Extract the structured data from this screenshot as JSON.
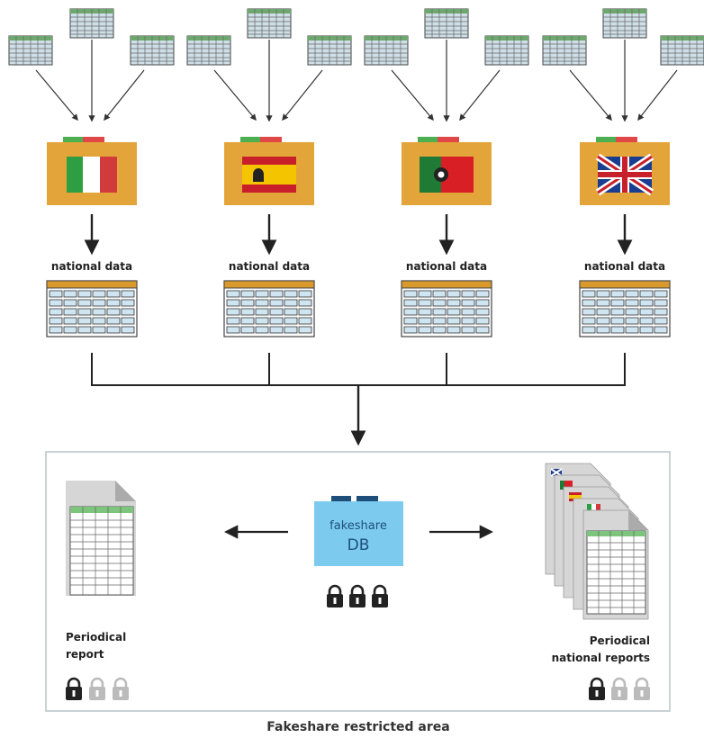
{
  "countries": [
    {
      "id": "italy",
      "flag": "italy-flag",
      "label": "national data"
    },
    {
      "id": "spain",
      "flag": "spain-flag",
      "label": "national data"
    },
    {
      "id": "portugal",
      "flag": "portugal-flag",
      "label": "national data"
    },
    {
      "id": "uk",
      "flag": "uk-flag",
      "label": "national data"
    }
  ],
  "db": {
    "line1": "fakeshare",
    "line2": "DB"
  },
  "left_report": {
    "line1": "Periodical",
    "line2": "report"
  },
  "right_report": {
    "line1": "Periodical",
    "line2": "national reports"
  },
  "area_caption": "Fakeshare restricted area",
  "colors": {
    "folder": "#e3a43a",
    "folder_tab_green": "#4caf50",
    "folder_tab_red": "#e04848",
    "db_folder": "#7ccbef",
    "db_tab": "#1e4f7a",
    "table_header": "#d99a2b",
    "table_cell": "#cfe6f2",
    "table_border": "#444444",
    "sheet_header": "#7dc47d",
    "lock_dark": "#222222",
    "lock_light": "#bbbbbb"
  }
}
